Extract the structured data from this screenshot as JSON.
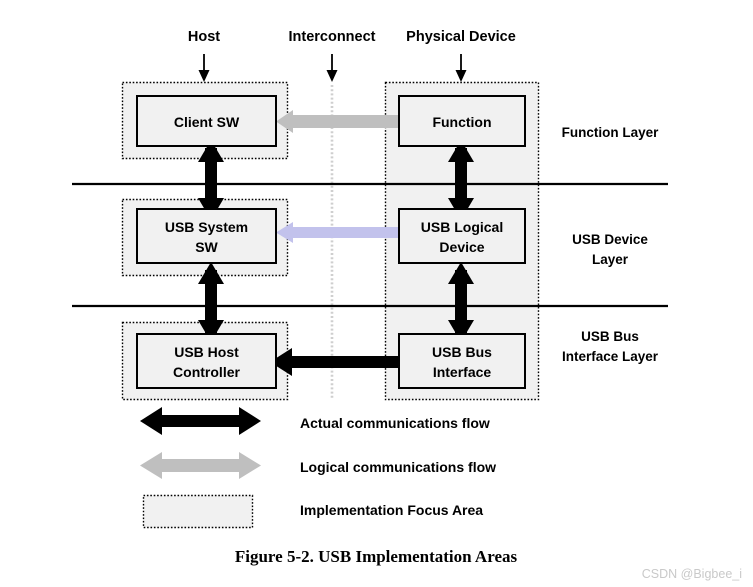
{
  "figure": {
    "caption": "Figure 5-2.  USB Implementation Areas",
    "watermark": "CSDN @Bigbee_i"
  },
  "columns": [
    {
      "id": "host",
      "label": "Host"
    },
    {
      "id": "interconnect",
      "label": "Interconnect"
    },
    {
      "id": "physical-device",
      "label": "Physical Device"
    }
  ],
  "layers": [
    {
      "id": "function-layer",
      "label": "Function Layer"
    },
    {
      "id": "usb-device-layer",
      "label_line1": "USB Device",
      "label_line2": "Layer"
    },
    {
      "id": "usb-bus-interface-layer",
      "label_line1": "USB Bus",
      "label_line2": "Interface Layer"
    }
  ],
  "boxes": {
    "client_sw": {
      "line1": "Client SW",
      "line2": ""
    },
    "function": {
      "line1": "Function",
      "line2": ""
    },
    "usb_system_sw": {
      "line1": "USB System",
      "line2": "SW"
    },
    "usb_logical_device": {
      "line1": "USB Logical",
      "line2": "Device"
    },
    "usb_host_controller": {
      "line1": "USB Host",
      "line2": "Controller"
    },
    "usb_bus_interface": {
      "line1": "USB Bus",
      "line2": "Interface"
    }
  },
  "connections": [
    {
      "id": "client-sw-to-function",
      "type": "logical",
      "color": "#bfbfbf"
    },
    {
      "id": "usb-system-sw-to-usb-logical-device",
      "type": "logical",
      "color": "#c2c2ec"
    },
    {
      "id": "usb-host-controller-to-usb-bus-interface",
      "type": "actual",
      "color": "#000000"
    },
    {
      "id": "client-sw-to-usb-system-sw",
      "type": "actual",
      "color": "#000000"
    },
    {
      "id": "usb-system-sw-to-usb-host-controller",
      "type": "actual",
      "color": "#000000"
    },
    {
      "id": "function-to-usb-logical-device",
      "type": "actual",
      "color": "#000000"
    },
    {
      "id": "usb-logical-device-to-usb-bus-interface",
      "type": "actual",
      "color": "#000000"
    }
  ],
  "legend": [
    {
      "id": "actual-flow",
      "kind": "black-arrow",
      "label": "Actual communications flow",
      "color": "#000000"
    },
    {
      "id": "logical-flow",
      "kind": "gray-arrow",
      "label": "Logical communications flow",
      "color": "#bfbfbf"
    },
    {
      "id": "focus-area",
      "kind": "shaded-box",
      "label": "Implementation Focus Area",
      "color": "#f1f1f1"
    }
  ]
}
